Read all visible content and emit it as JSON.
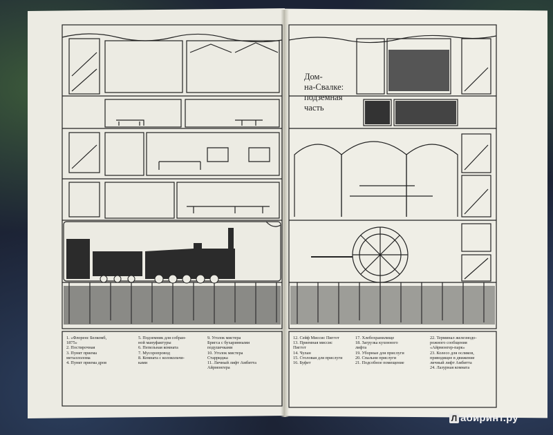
{
  "title": {
    "line1": "Дом-",
    "line2": "на-Свалке:",
    "line3": "подземная",
    "line4": "часть"
  },
  "legend": {
    "col1": [
      "1. «Флоренс Белкомб,",
      "1875»",
      "2. Постирочная",
      "3. Пункт приема",
      "металлолома",
      "4. Пункт приема дров"
    ],
    "col2": [
      "5. Подземник для собран-",
      "ной мануфактуры",
      "6. Пепельная комната",
      "7. Мусоропровод",
      "8. Комната с колокольчи-",
      "ками"
    ],
    "col3": [
      "9. Уголок мистера",
      "Бригса с бухаринными",
      "подушечками",
      "10. Уголок мистера",
      "Старриджа",
      "11. Личный лифт Амбитта",
      "Айрмонгера"
    ],
    "col4": [
      "12. Сейф Миссис Пиггот",
      "13. Приемная миссис",
      "Пиггот",
      "14. Чулан",
      "15. Столовая для прислуги",
      "16. Буфет"
    ],
    "col5": [
      "17. Хлебохранилище",
      "18. Загрузка кухонного",
      "лифта",
      "19. Уборные для прислуги",
      "20. Спальни прислуги",
      "21. Подсобное помещение"
    ],
    "col6": [
      "22. Терминал железнодо-",
      "рожного сообщения",
      "«Айрмонгер-парк»",
      "23. Колесо для осликов,",
      "приводящее в движение",
      "личный лифт Амбитта",
      "24. Лазурная комната"
    ]
  },
  "watermark": {
    "brand": "абиринт.ру",
    "letter": "Л"
  },
  "colors": {
    "paper": "#ecebe3",
    "ink": "#222222",
    "background": "#1c2335"
  }
}
